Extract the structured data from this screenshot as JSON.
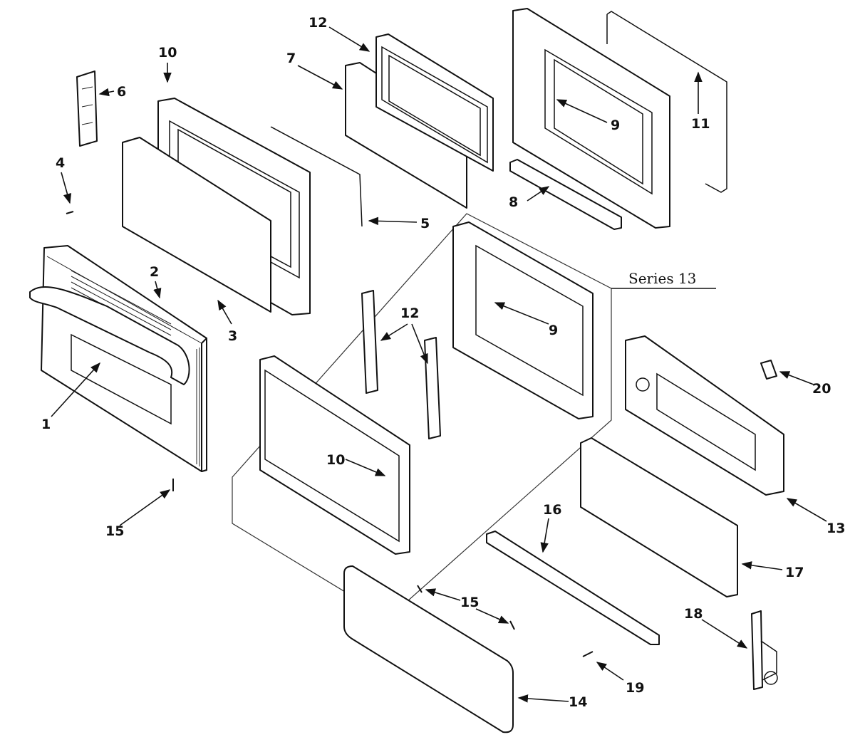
{
  "series_label": "Series 13",
  "callouts": {
    "c1": "1",
    "c2": "2",
    "c3": "3",
    "c4": "4",
    "c5": "5",
    "c6": "6",
    "c7": "7",
    "c8": "8",
    "c9a": "9",
    "c9b": "9",
    "c10a": "10",
    "c10b": "10",
    "c11": "11",
    "c12a": "12",
    "c12b": "12",
    "c13": "13",
    "c14": "14",
    "c15a": "15",
    "c15b": "15",
    "c16": "16",
    "c17": "17",
    "c18": "18",
    "c19": "19",
    "c20": "20"
  },
  "colors": {
    "line": "#111111",
    "background": "#ffffff"
  }
}
